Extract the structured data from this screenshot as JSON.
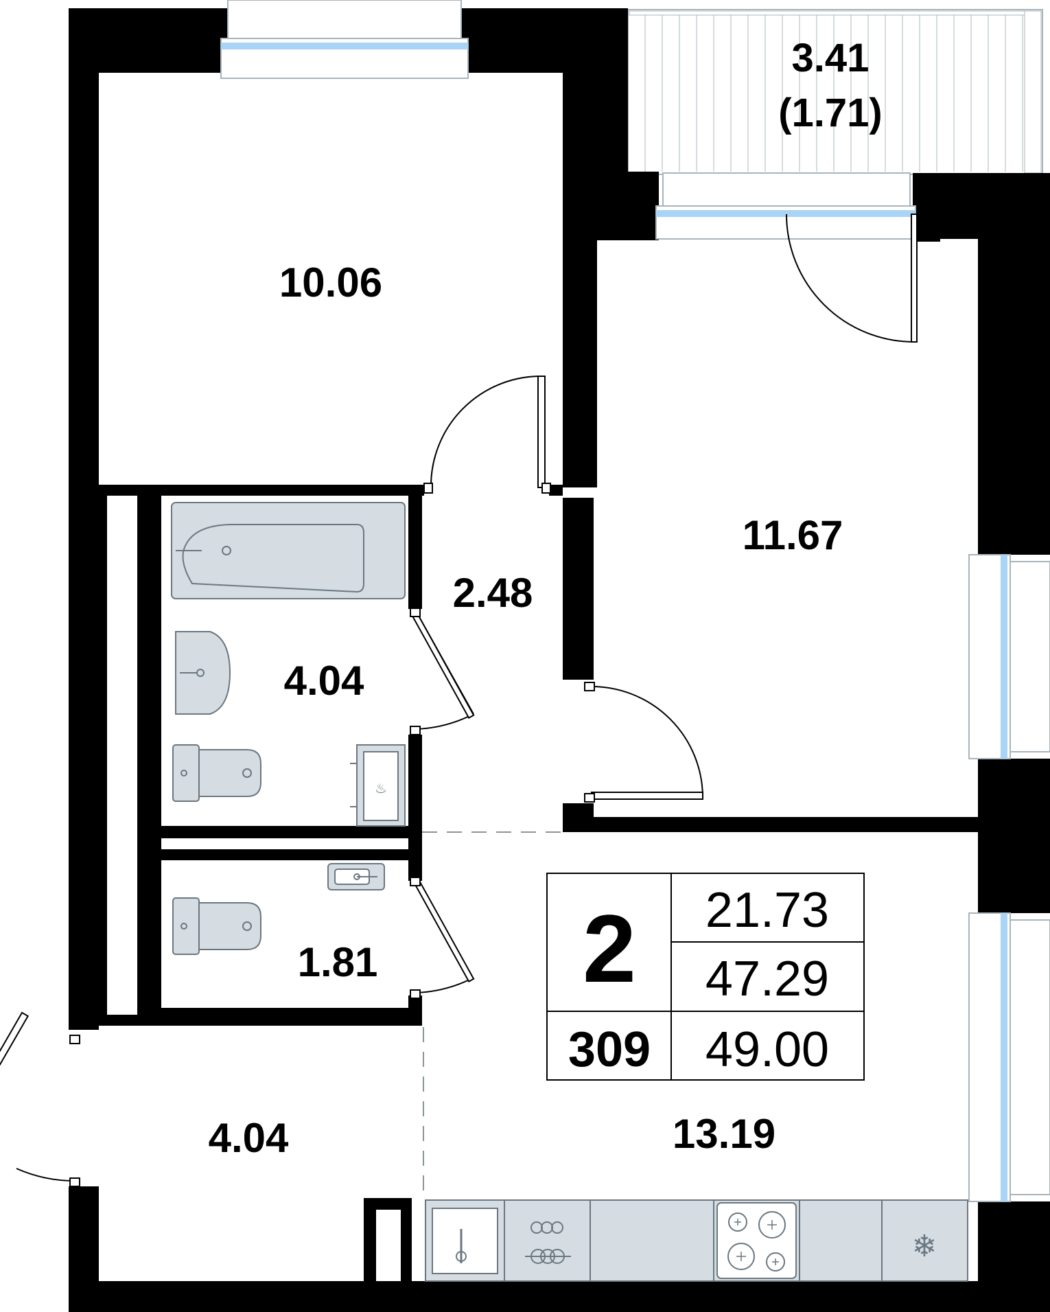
{
  "rooms": {
    "balcony": {
      "label": "3.41",
      "label2": "(1.71)"
    },
    "bedroom_top_left": {
      "label": "10.06"
    },
    "bedroom_right": {
      "label": "11.67"
    },
    "corridor": {
      "label": "2.48"
    },
    "bathroom": {
      "label": "4.04"
    },
    "toilet": {
      "label": "1.81"
    },
    "hallway": {
      "label": "4.04"
    },
    "kitchen_living": {
      "label": "13.19"
    }
  },
  "info": {
    "rooms_count": "2",
    "apartment_number": "309",
    "living_area": "21.73",
    "total_area": "47.29",
    "total_with_balcony": "49.00"
  },
  "colors": {
    "wall": "#000000",
    "window_glass": "#a9d4f5",
    "fixture_fill": "#d5dde3",
    "fixture_stroke": "#6b7780",
    "background": "#ffffff"
  },
  "icons": {
    "freezer": "snowflake-icon"
  }
}
